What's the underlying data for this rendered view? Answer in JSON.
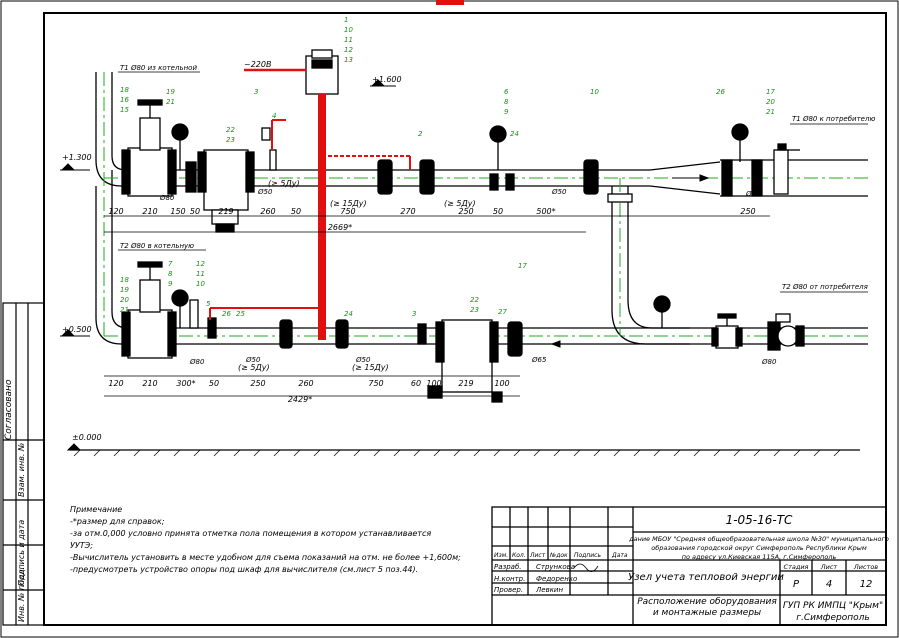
{
  "drawing": {
    "pipe_t1_in": "T1 Ø80 из котельной",
    "pipe_t1_out": "T1 Ø80 к потребителю",
    "pipe_t2_in": "T2 Ø80 в котельную",
    "pipe_t2_out": "T2 Ø80 от потребителя",
    "power": "~220В",
    "elev_top": "+1.600",
    "elev_upper": "+1.300",
    "elev_lower": "+0.500",
    "elev_floor": "±0.000",
    "top_dims": [
      "120",
      "210",
      "150",
      "50",
      "219",
      "260",
      "50",
      "750",
      "270",
      "250",
      "50",
      "500*",
      "250"
    ],
    "top_total": "2669*",
    "bottom_dims": [
      "120",
      "210",
      "300*",
      "50",
      "250",
      "260",
      "750",
      "60",
      "100",
      "219",
      "100"
    ],
    "bottom_total": "2429*",
    "notes_top": [
      "(≥ 5Ду)",
      "(≥ 15Ду)",
      "(≥ 5Ду)"
    ],
    "notes_bottom": [
      "(≥ 5Ду)",
      "(≥ 15Ду)"
    ],
    "dn_labels": [
      "Ø80",
      "Ø50",
      "Ø50",
      "Ø80",
      "Ø80",
      "Ø50",
      "Ø50",
      "Ø65",
      "Ø80"
    ],
    "callouts_top": [
      "1",
      "10",
      "11",
      "12",
      "13",
      "18",
      "16",
      "15",
      "19",
      "21",
      "22",
      "23",
      "3",
      "4",
      "2",
      "6",
      "8",
      "9",
      "10",
      "24",
      "26",
      "17",
      "20",
      "21"
    ],
    "callouts_bottom": [
      "18",
      "19",
      "20",
      "21",
      "7",
      "8",
      "9",
      "12",
      "11",
      "10",
      "5",
      "26",
      "25",
      "24",
      "3",
      "17",
      "22",
      "23",
      "27"
    ],
    "side_labels": [
      "Согласовано",
      "Взам. инв. №",
      "Подпись и дата",
      "Инв. № подл."
    ]
  },
  "notes": {
    "title": "Примечание",
    "lines": [
      "-*размер для справок;",
      "-за отм.0,000 условно принята отметка пола помещения в котором устанавливается",
      "  УУТЭ;",
      "-Вычислитель установить в месте удобном для съема показаний на отм. не более +1,600м;",
      "-предусмотреть устройство опоры под шкаф для вычислителя (см.лист 5 поз.44)."
    ]
  },
  "stamp": {
    "code": "1-05-16-ТС",
    "org_lines": [
      "дание МБОУ \"Средняя общеобразовательная школа №30\" муниципального",
      "образования городской округ Симферополь Республики Крым",
      "по адресу ул.Киевская 115А, г.Симферополь"
    ],
    "head": [
      "Изм.",
      "Кол.",
      "Лист",
      "№док",
      "Подпись",
      "Дата"
    ],
    "roles": [
      "Разраб.",
      "Н.контр.",
      "Провер."
    ],
    "names": [
      "Стрункова",
      "Федоренко",
      "Левкин"
    ],
    "title": "Узел учета тепловой энергии",
    "sheet_title": "Расположение оборудования и монтажные размеры",
    "stage_labels": [
      "Стадия",
      "Лист",
      "Листов"
    ],
    "stage_values": [
      "Р",
      "4",
      "12"
    ],
    "company_lines": [
      "ГУП РК ИМПЦ \"Крым\"",
      "г.Симферополь"
    ]
  }
}
